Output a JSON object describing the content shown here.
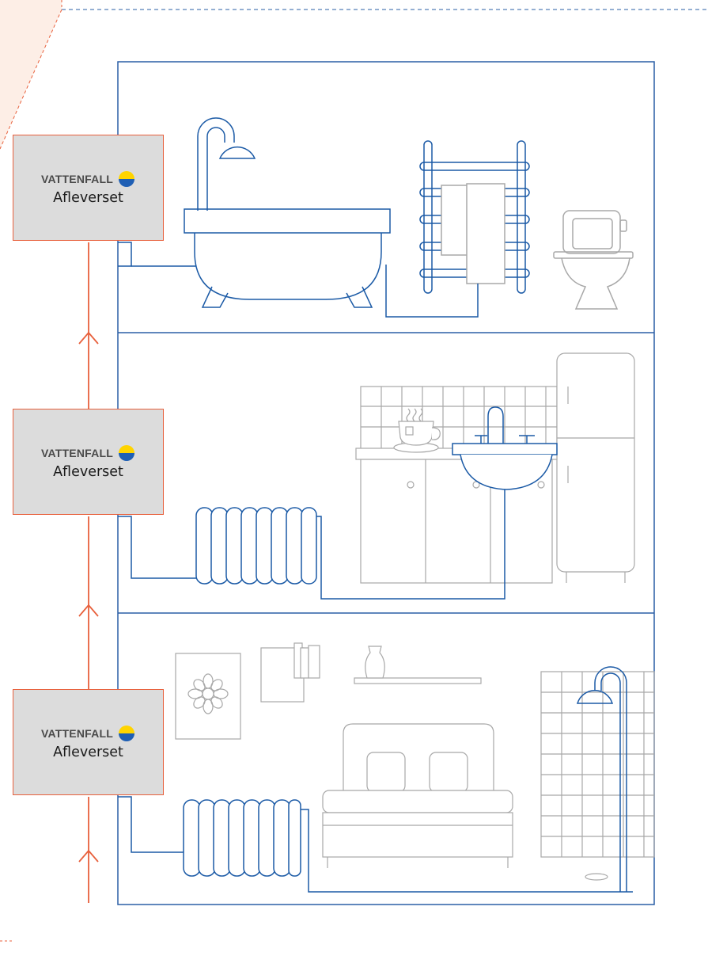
{
  "units": [
    {
      "brand": "VATTENFALL",
      "label": "Afleverset"
    },
    {
      "brand": "VATTENFALL",
      "label": "Afleverset"
    },
    {
      "brand": "VATTENFALL",
      "label": "Afleverset"
    }
  ],
  "colors": {
    "pipe_blue": "#1b5aa6",
    "house_blue": "#2a5fa6",
    "riser_orange": "#e8603c",
    "fixture_grey": "#a8a8a8",
    "unit_fill": "#dcdcdc",
    "logo_yellow": "#ffd400",
    "logo_blue": "#1f5fb4",
    "corner_fill": "#fdeee6"
  },
  "icons": [
    "vattenfall-logo-icon",
    "bathtub-icon",
    "shower-head-icon",
    "towel-radiator-icon",
    "toilet-icon",
    "kitchen-sink-icon",
    "tea-cup-icon",
    "radiator-icon",
    "refrigerator-icon",
    "bed-icon",
    "flower-picture-icon",
    "vase-icon",
    "flow-arrow-icon"
  ]
}
